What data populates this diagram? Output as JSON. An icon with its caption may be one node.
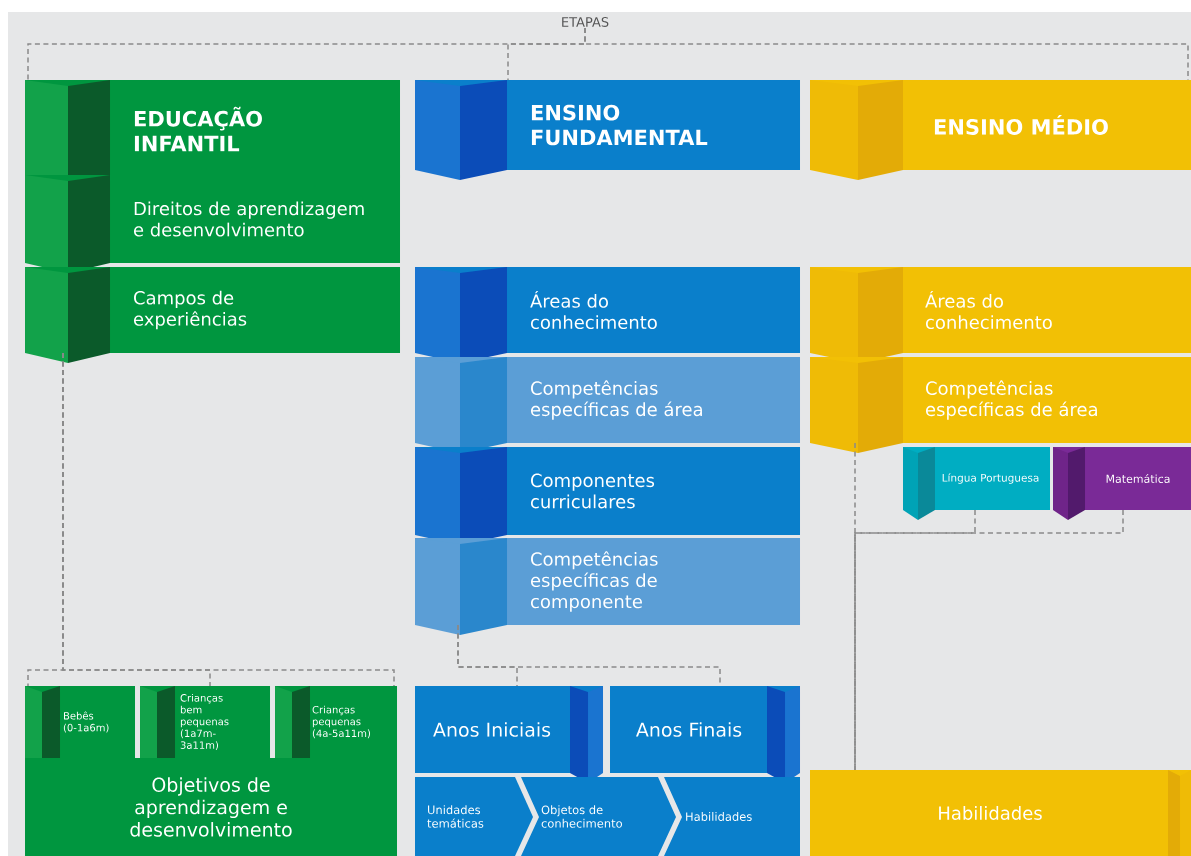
{
  "diagram": {
    "nodes": [
      {
        "text": [
          "ETAPAS"
        ]
      },
      {
        "text": [
          "EDUCAÇÃO INFANTIL"
        ]
      },
      {
        "text": [
          "ENSINO FUNDAMENTAL"
        ]
      },
      {
        "text": [
          "ENSINO MÉDIO"
        ]
      },
      {
        "text": [
          "Direitos de aprendizagem e desenvolvimento"
        ]
      },
      {
        "text": [
          "Campos de experiências"
        ]
      },
      {
        "text": [
          "Áreas do conhecimento"
        ]
      },
      {
        "text": [
          "Áreas do conhecimento"
        ]
      },
      {
        "text": [
          "Competências específicas de área"
        ]
      },
      {
        "text": [
          "Competências específicas de área"
        ]
      },
      {
        "text": [
          "Língua Portuguesa"
        ]
      },
      {
        "text": [
          "Matemática"
        ]
      },
      {
        "text": [
          "Componentes curriculares"
        ]
      },
      {
        "text": [
          "Competências específicas de componente"
        ]
      },
      {
        "text": [
          "Bebês (0-1a6m)"
        ]
      },
      {
        "text": [
          "Crianças bem pequenas (1a7m-3a11m)"
        ]
      },
      {
        "text": [
          "Crianças pequenas (4a-5a11m)"
        ]
      },
      {
        "text": [
          "Anos Iniciais"
        ]
      },
      {
        "text": [
          "Anos Finais"
        ]
      },
      {
        "text": [
          "Objetivos de aprendizagem e desenvolvimento"
        ]
      },
      {
        "text": [
          "Unidades temáticas"
        ]
      },
      {
        "text": [
          "Objetos de conhecimento"
        ]
      },
      {
        "text": [
          "Habilidades"
        ]
      },
      {
        "text": [
          "Habilidades"
        ]
      }
    ],
    "edges": [
      {
        "from": 0,
        "to": 1,
        "arrow": "none",
        "style": "dashed"
      },
      {
        "from": 0,
        "to": 2,
        "arrow": "none",
        "style": "dashed"
      },
      {
        "from": 0,
        "to": 3,
        "arrow": "none",
        "style": "dashed"
      },
      {
        "from": 5,
        "to": 14,
        "arrow": "none",
        "style": "dashed"
      },
      {
        "from": 5,
        "to": 15,
        "arrow": "none",
        "style": "dashed"
      },
      {
        "from": 5,
        "to": 16,
        "arrow": "none",
        "style": "dashed"
      },
      {
        "from": 13,
        "to": 17,
        "arrow": "none",
        "style": "dashed"
      },
      {
        "from": 13,
        "to": 18,
        "arrow": "none",
        "style": "dashed"
      },
      {
        "from": 9,
        "to": 23,
        "arrow": "none",
        "style": "dashed"
      },
      {
        "from": 10,
        "to": 23,
        "arrow": "none",
        "style": "dashed"
      },
      {
        "from": 11,
        "to": 23,
        "arrow": "none",
        "style": "dashed"
      }
    ]
  }
}
